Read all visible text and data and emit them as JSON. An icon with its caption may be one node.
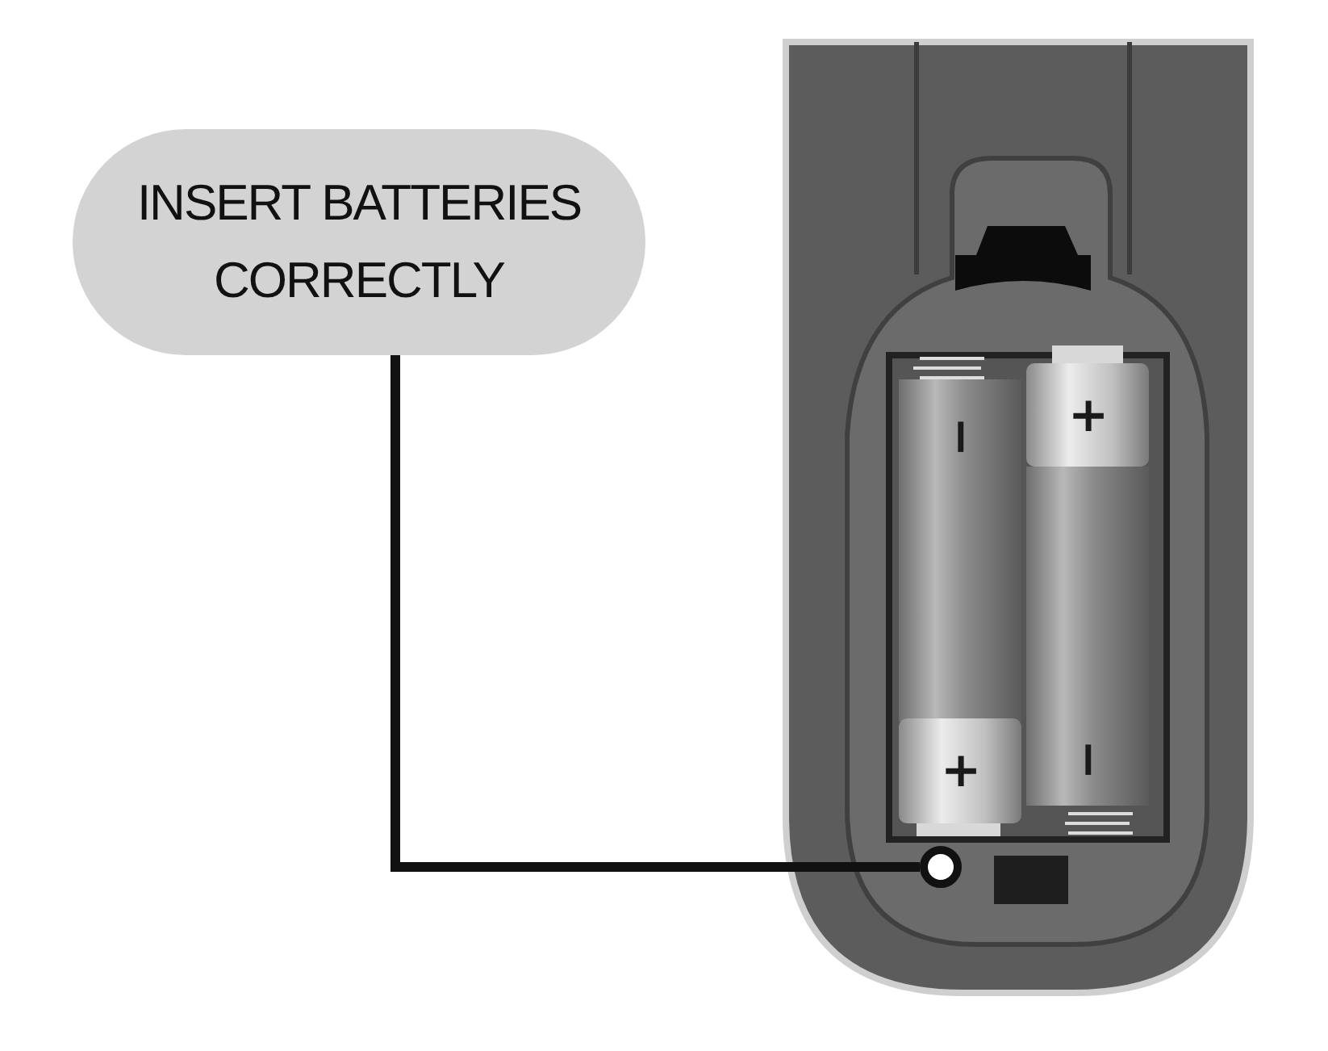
{
  "diagram": {
    "nodes": [
      {
        "text": [
          "INSERT BATTERIES CORRECTLY"
        ]
      },
      {
        "text": [],
        "shape": "circle"
      }
    ],
    "edges": [
      {
        "from": 0,
        "to": 1,
        "arrow": "none"
      }
    ],
    "labels": [
      "−",
      "+",
      "+",
      "−"
    ]
  }
}
